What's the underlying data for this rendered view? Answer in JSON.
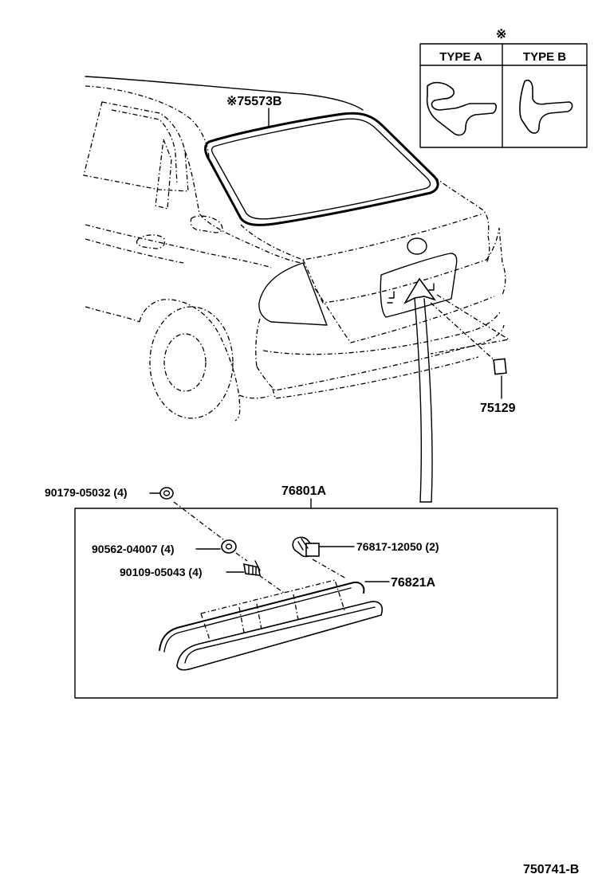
{
  "type_box": {
    "mark": "※",
    "type_a": "TYPE  A",
    "type_b": "TYPE  B"
  },
  "labels": {
    "weatherstrip": "※75573B",
    "emblem": "75129",
    "assembly": "76801A",
    "nut": "90179-05032 (4)",
    "washer": "90562-04007 (4)",
    "screw": "90109-05043 (4)",
    "clip": "76817-12050 (2)",
    "garnish": "76821A"
  },
  "figure_id": "750741-B"
}
